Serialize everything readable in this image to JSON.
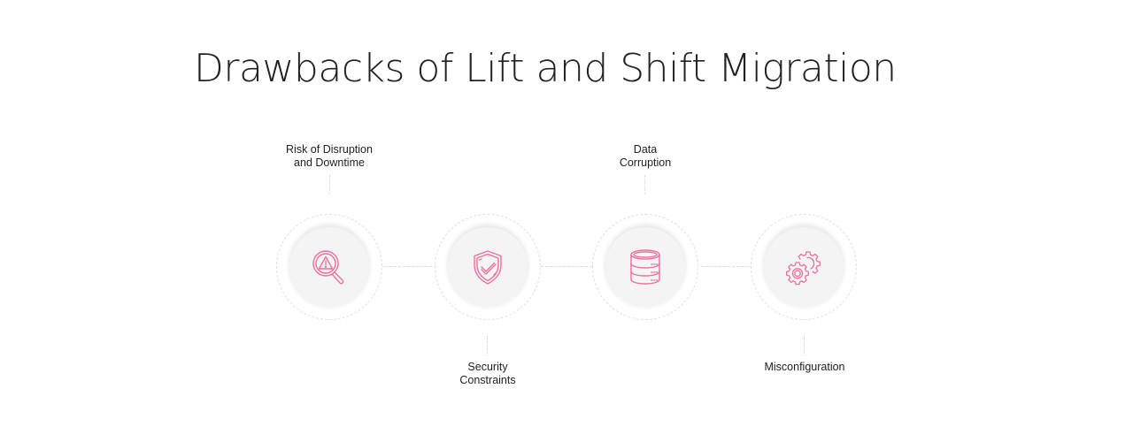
{
  "title": "Drawbacks of Lift and Shift Migration",
  "colors": {
    "accent": "#ec6fa0",
    "title_text": "#222222",
    "node_fill": "#f4f4f5",
    "dashed_line": "#d9d9d9"
  },
  "nodes": [
    {
      "label_line1": "Risk of Disruption",
      "label_line2": "and Downtime",
      "icon": "search-warning-icon",
      "label_position": "above"
    },
    {
      "label_line1": "Security",
      "label_line2": "Constraints",
      "icon": "shield-check-icon",
      "label_position": "below"
    },
    {
      "label_line1": "Data",
      "label_line2": "Corruption",
      "icon": "database-icon",
      "label_position": "above"
    },
    {
      "label_line1": "Misconfiguration",
      "label_line2": "",
      "icon": "gears-icon",
      "label_position": "below"
    }
  ]
}
